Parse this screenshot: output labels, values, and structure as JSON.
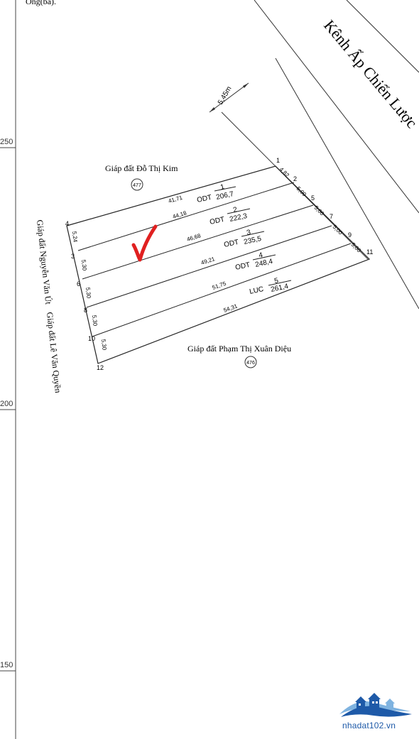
{
  "top_text": "Ông(bà).",
  "canal_label": "Kênh Ấp Chiến Lược",
  "road_width": "5,45m",
  "neighbors": {
    "top": "Giáp đất Đỗ Thị Kim",
    "top_parcel": "477",
    "bottom": "Giáp đất Phạm Thị Xuân Diệu",
    "bottom_parcel": "476",
    "left_1": "Giáp đất Nguyễn Văn Út",
    "left_2": "Giáp đất Lê Văn Quyền"
  },
  "ruler": [
    "250",
    "200",
    "150"
  ],
  "points": [
    "1",
    "2",
    "3",
    "4",
    "5",
    "6",
    "7",
    "8",
    "9",
    "10",
    "11",
    "12"
  ],
  "lot_lengths": [
    "41,71",
    "44,18",
    "46,68",
    "49,21",
    "51,75",
    "54,31"
  ],
  "left_widths": [
    "5,24",
    "5,30",
    "5,30",
    "5,30",
    "5,30"
  ],
  "right_widths": [
    "4,82",
    "5,00",
    "5,00",
    "5,00",
    "5,00"
  ],
  "lots": [
    {
      "type": "ODT",
      "number": "1",
      "area": "206,7"
    },
    {
      "type": "ODT",
      "number": "2",
      "area": "222,3"
    },
    {
      "type": "ODT",
      "number": "3",
      "area": "235,5"
    },
    {
      "type": "ODT",
      "number": "4",
      "area": "248,4"
    },
    {
      "type": "LUC",
      "number": "5",
      "area": "261,4"
    }
  ],
  "mark_color": "#e02020",
  "logo_text": "nhadat102.vn",
  "logo_colors": {
    "blue": "#1e5aa8",
    "light": "#7fb3e0"
  }
}
